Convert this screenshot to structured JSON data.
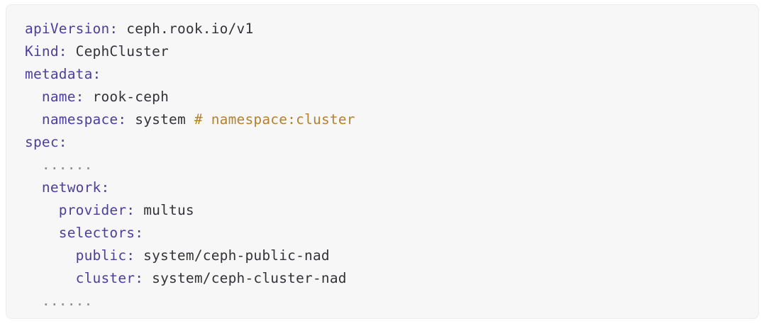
{
  "code_block": {
    "language": "yaml",
    "colors": {
      "background": "#f7f7f8",
      "border": "#ececee",
      "key": "#4b3f9e",
      "value": "#333338",
      "comment": "#b5812f",
      "ellipsis": "#8a8a90"
    },
    "lines": [
      {
        "indent": "",
        "tokens": [
          {
            "type": "key",
            "text": "apiVersion"
          },
          {
            "type": "punct",
            "text": ":"
          },
          {
            "type": "value",
            "text": " ceph.rook.io/v1"
          }
        ]
      },
      {
        "indent": "",
        "tokens": [
          {
            "type": "key",
            "text": "Kind"
          },
          {
            "type": "punct",
            "text": ":"
          },
          {
            "type": "value",
            "text": " CephCluster"
          }
        ]
      },
      {
        "indent": "",
        "tokens": [
          {
            "type": "key",
            "text": "metadata"
          },
          {
            "type": "punct",
            "text": ":"
          }
        ]
      },
      {
        "indent": "  ",
        "tokens": [
          {
            "type": "key",
            "text": "name"
          },
          {
            "type": "punct",
            "text": ":"
          },
          {
            "type": "value",
            "text": " rook-ceph"
          }
        ]
      },
      {
        "indent": "  ",
        "tokens": [
          {
            "type": "key",
            "text": "namespace"
          },
          {
            "type": "punct",
            "text": ":"
          },
          {
            "type": "value",
            "text": " system "
          },
          {
            "type": "comment",
            "text": "# namespace:cluster"
          }
        ]
      },
      {
        "indent": "",
        "tokens": [
          {
            "type": "key",
            "text": "spec"
          },
          {
            "type": "punct",
            "text": ":"
          }
        ]
      },
      {
        "indent": "  ",
        "tokens": [
          {
            "type": "ellipsis",
            "text": "......"
          }
        ]
      },
      {
        "indent": "  ",
        "tokens": [
          {
            "type": "key",
            "text": "network"
          },
          {
            "type": "punct",
            "text": ":"
          }
        ]
      },
      {
        "indent": "    ",
        "tokens": [
          {
            "type": "key",
            "text": "provider"
          },
          {
            "type": "punct",
            "text": ":"
          },
          {
            "type": "value",
            "text": " multus"
          }
        ]
      },
      {
        "indent": "    ",
        "tokens": [
          {
            "type": "key",
            "text": "selectors"
          },
          {
            "type": "punct",
            "text": ":"
          }
        ]
      },
      {
        "indent": "      ",
        "tokens": [
          {
            "type": "key",
            "text": "public"
          },
          {
            "type": "punct",
            "text": ":"
          },
          {
            "type": "value",
            "text": " system/ceph-public-nad"
          }
        ]
      },
      {
        "indent": "      ",
        "tokens": [
          {
            "type": "key",
            "text": "cluster"
          },
          {
            "type": "punct",
            "text": ":"
          },
          {
            "type": "value",
            "text": " system/ceph-cluster-nad"
          }
        ]
      },
      {
        "indent": "  ",
        "tokens": [
          {
            "type": "ellipsis",
            "text": "......"
          }
        ]
      }
    ]
  }
}
